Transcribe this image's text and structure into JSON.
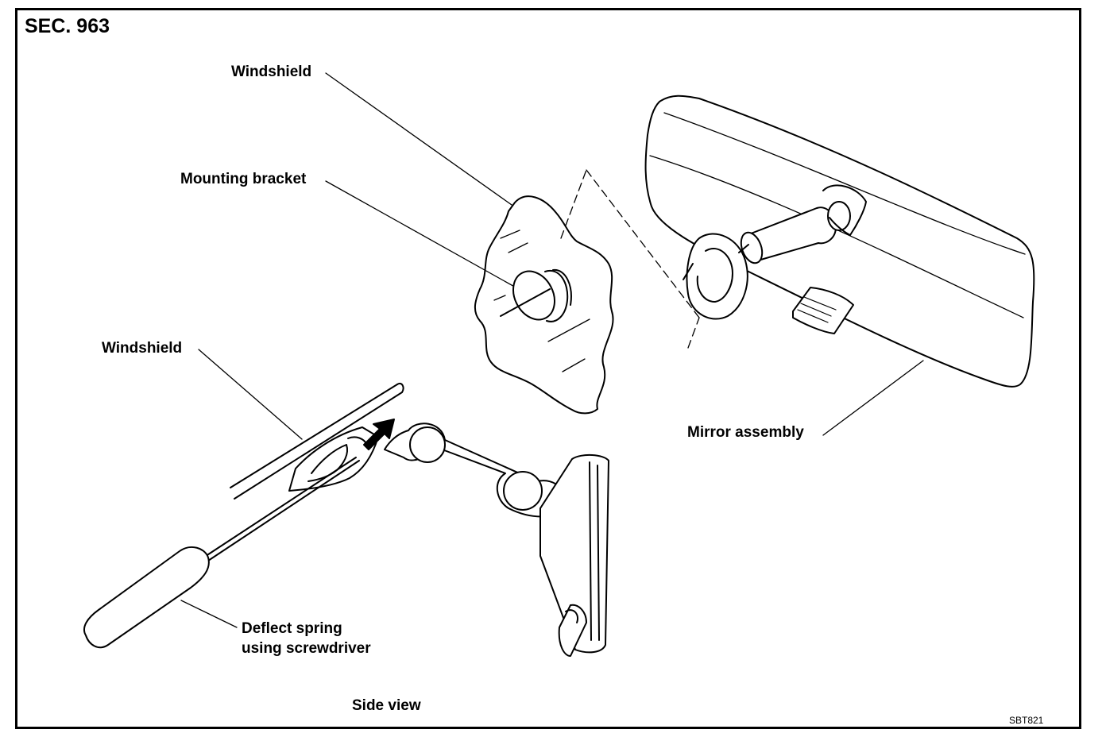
{
  "section_label": "SEC. 963",
  "labels": {
    "windshield_top": "Windshield",
    "mounting_bracket": "Mounting bracket",
    "windshield_side": "Windshield",
    "mirror_assembly": "Mirror assembly",
    "deflect_spring": "Deflect spring\nusing screwdriver",
    "side_view": "Side view"
  },
  "figure_code": "SBT821"
}
